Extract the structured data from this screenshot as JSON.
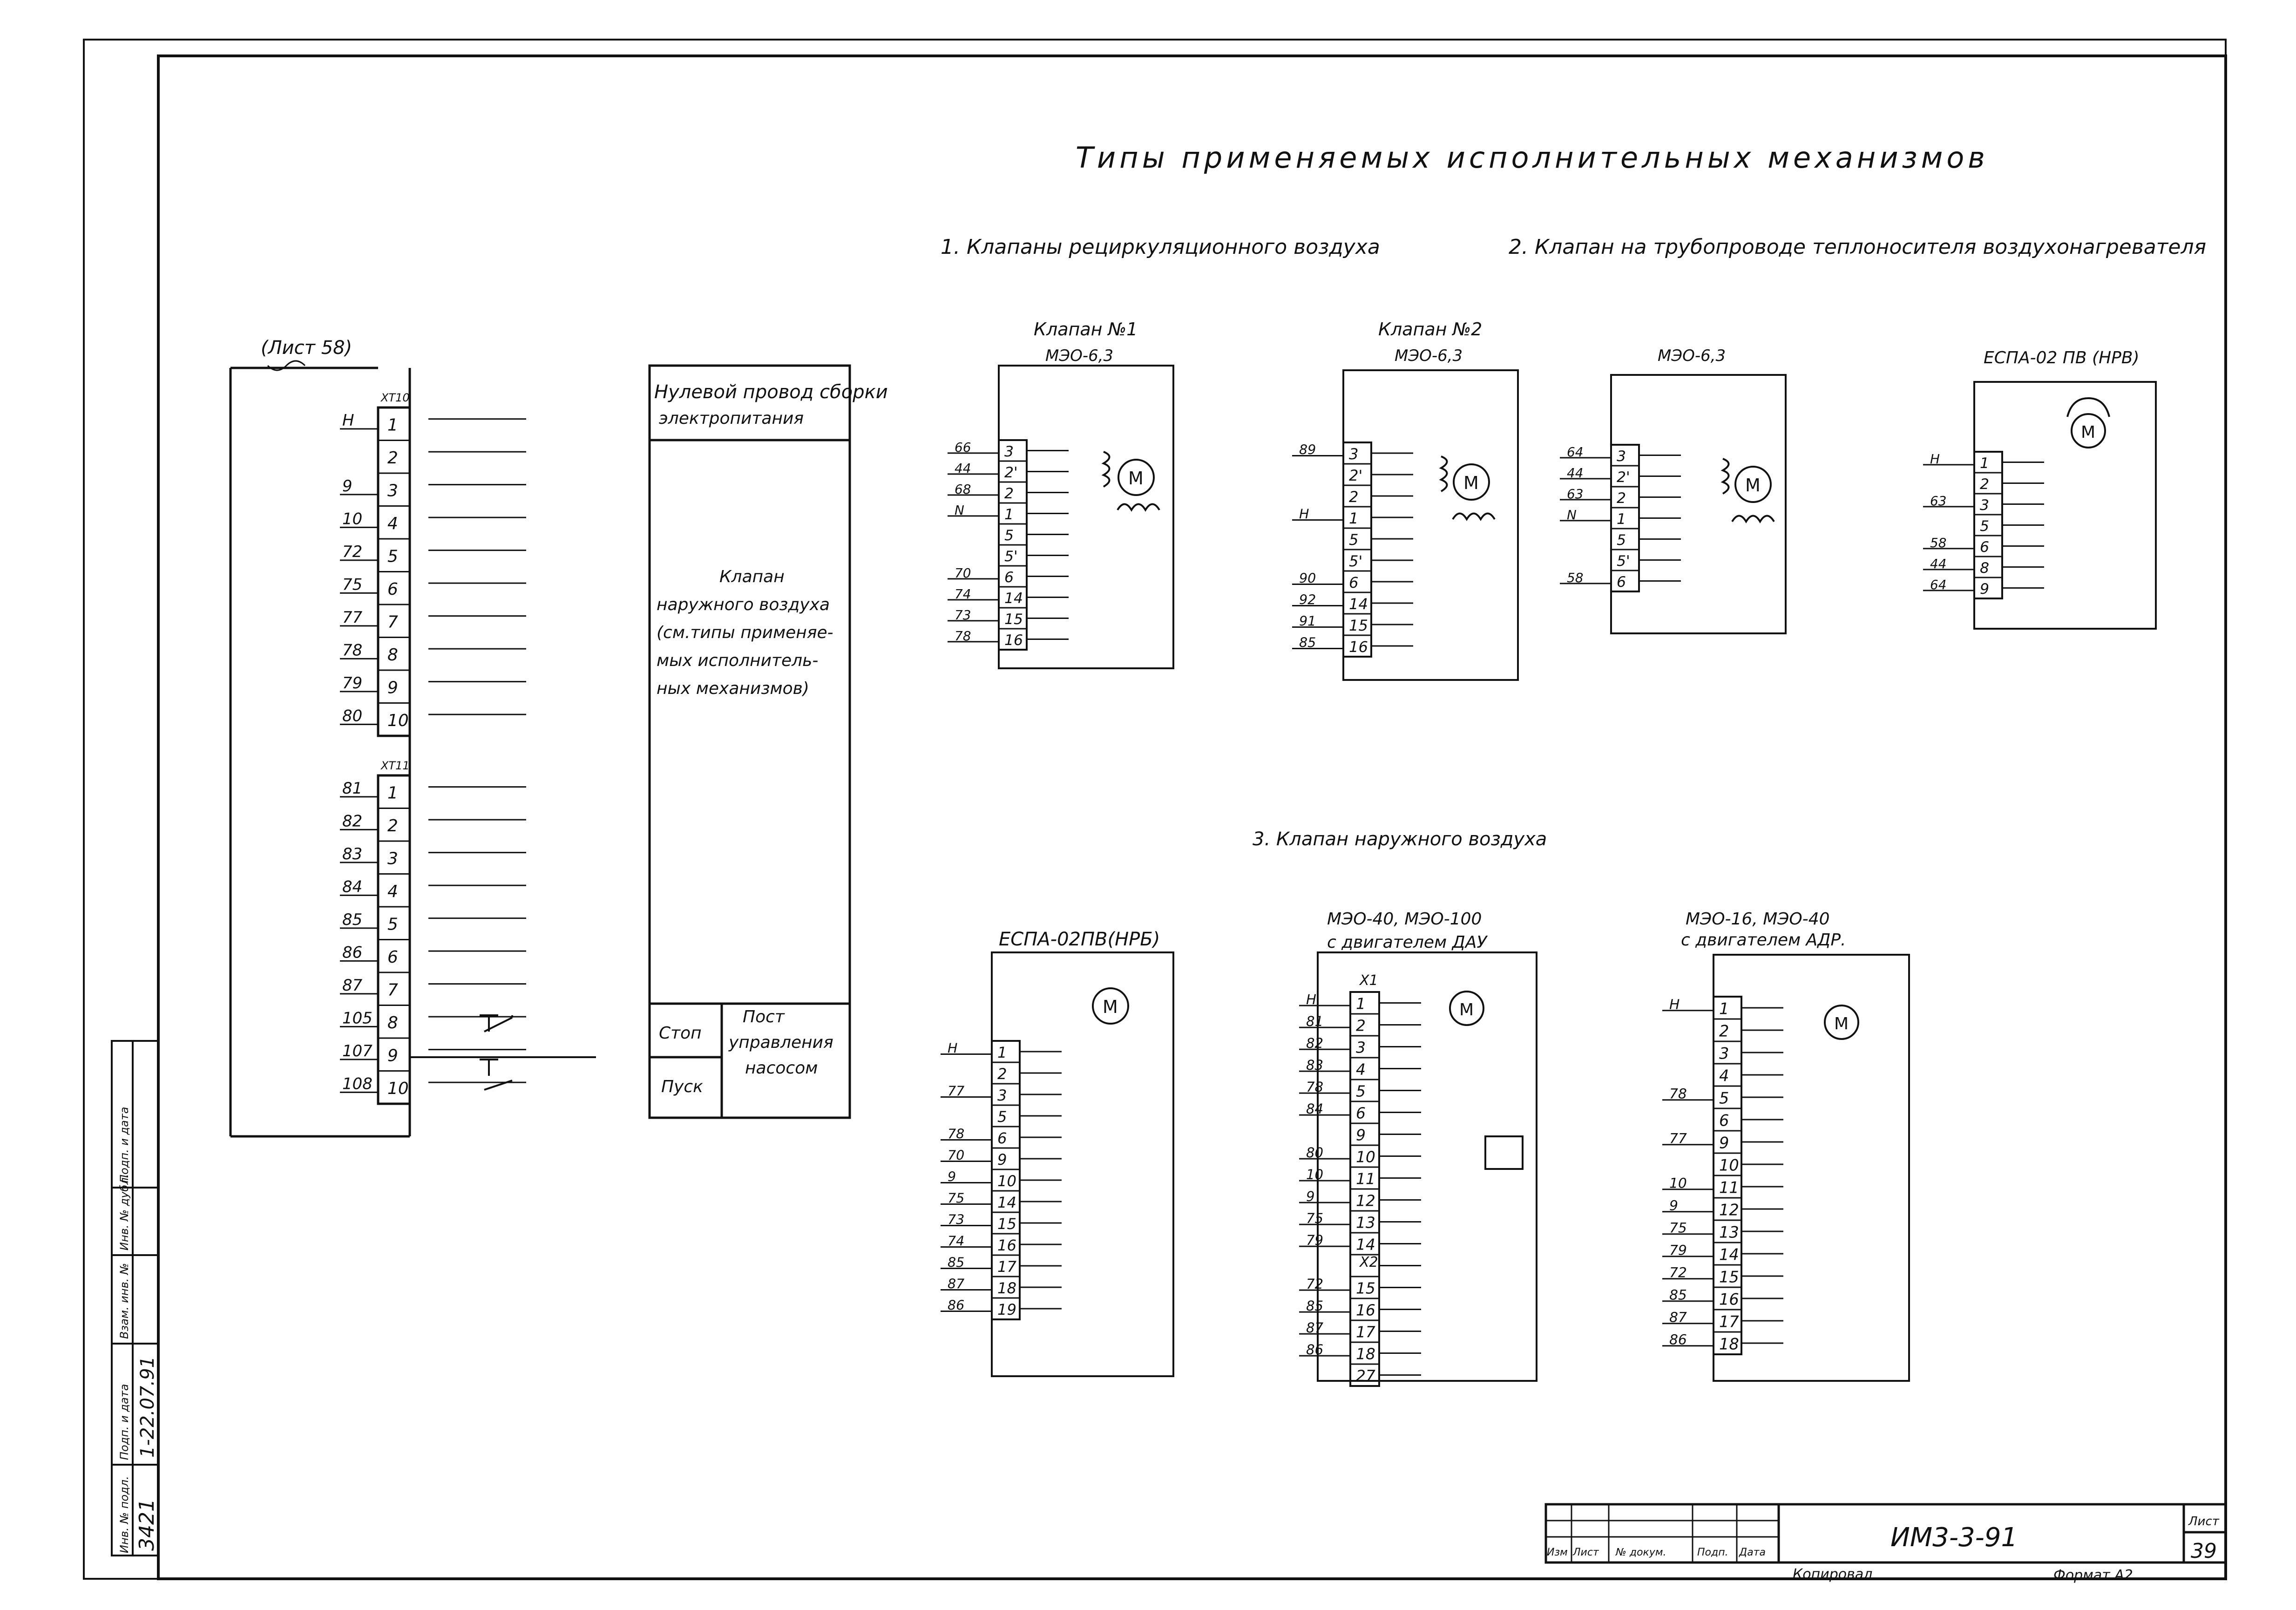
{
  "title": "Типы применяемых исполнительных механизмов",
  "sections": {
    "s1": "1. Клапаны рециркуляционного воздуха",
    "s2": "2. Клапан на трубопроводе теплоносителя воздухонагревателя",
    "s3": "3. Клапан наружного воздуха"
  },
  "left_panel": {
    "sheet_ref": "(Лист 58)",
    "block1_label": "ХТ10",
    "block2_label": "ХТ11",
    "block1_terminals": [
      "1",
      "2",
      "3",
      "4",
      "5",
      "6",
      "7",
      "8",
      "9",
      "10"
    ],
    "block1_wires": [
      "Н",
      "",
      "9",
      "10",
      "72",
      "75",
      "77",
      "78",
      "79",
      "80"
    ],
    "block2_terminals": [
      "1",
      "2",
      "3",
      "4",
      "5",
      "6",
      "7",
      "8",
      "9",
      "10"
    ],
    "block2_wires": [
      "81",
      "82",
      "83",
      "84",
      "85",
      "86",
      "87",
      "105",
      "107",
      "108"
    ]
  },
  "right_panel": {
    "header": [
      "Нулевой провод сборки",
      "электропитания"
    ],
    "body": [
      "Клапан",
      "наружного воздуха",
      "(см.типы применяе-",
      "мых исполнитель-",
      "ных механизмов)"
    ],
    "stop": "Стоп",
    "start": "Пуск",
    "post": [
      "Пост",
      "управления",
      "насосом"
    ]
  },
  "valves": {
    "v1": {
      "title": "Клапан №1",
      "model": "МЭО-6,3",
      "motor": "M",
      "wires": [
        "66",
        "44",
        "68",
        "N",
        "",
        "",
        "70",
        "74",
        "73",
        "78"
      ],
      "terms": [
        "3",
        "2'",
        "2",
        "1",
        "5",
        "5'",
        "6",
        "14",
        "15",
        "16"
      ]
    },
    "v2": {
      "title": "Клапан №2",
      "model": "МЭО-6,3",
      "motor": "M",
      "wires": [
        "89",
        "",
        "",
        "Н",
        "",
        "",
        "90",
        "92",
        "91",
        "85"
      ],
      "terms": [
        "3",
        "2'",
        "2",
        "1",
        "5",
        "5'",
        "6",
        "14",
        "15",
        "16"
      ]
    },
    "v3": {
      "model": "МЭО-6,3",
      "motor": "M",
      "wires": [
        "64",
        "44",
        "63",
        "N",
        "",
        "",
        "58"
      ],
      "terms": [
        "3",
        "2'",
        "2",
        "1",
        "5",
        "5'",
        "6"
      ]
    },
    "v4": {
      "model": "ЕСПА-02 ПВ (НРВ)",
      "motor": "M",
      "wires": [
        "Н",
        "",
        "63",
        "",
        "58",
        "44",
        "64"
      ],
      "terms": [
        "1",
        "2",
        "3",
        "5",
        "6",
        "8",
        "9"
      ]
    },
    "v5": {
      "model": "ЕСПА-02ПВ(НРБ)",
      "motor": "M",
      "wires": [
        "Н",
        "",
        "77",
        "",
        "78",
        "70",
        "9",
        "75",
        "73",
        "74",
        "85",
        "87",
        "86"
      ],
      "terms": [
        "1",
        "2",
        "3",
        "5",
        "6",
        "9",
        "10",
        "14",
        "15",
        "16",
        "17",
        "18",
        "19"
      ]
    },
    "v6": {
      "model": "МЭО-40, МЭО-100",
      "motor_note": "с двигателем ДАУ",
      "motor": "M",
      "block": "Х1",
      "block2": "Х2",
      "wires": [
        "Н",
        "81",
        "82",
        "83",
        "78",
        "84",
        "",
        "80",
        "10",
        "9",
        "75",
        "79",
        "",
        "72",
        "85",
        "87",
        "86",
        ""
      ],
      "terms": [
        "1",
        "2",
        "3",
        "4",
        "5",
        "6",
        "9",
        "10",
        "11",
        "12",
        "13",
        "14",
        "",
        "15",
        "16",
        "17",
        "18",
        "27"
      ]
    },
    "v7": {
      "model": "МЭО-16, МЭО-40",
      "motor_note": "с двигателем АДР.",
      "motor": "M",
      "wires": [
        "Н",
        "",
        "",
        "",
        "78",
        "",
        "77",
        "",
        "10",
        "9",
        "75",
        "79",
        "72",
        "85",
        "87",
        "86"
      ],
      "terms": [
        "1",
        "2",
        "3",
        "4",
        "5",
        "6",
        "9",
        "10",
        "11",
        "12",
        "13",
        "14",
        "15",
        "16",
        "17",
        "18"
      ]
    }
  },
  "side_stamp": {
    "labels": [
      "Инв. № подл.",
      "Подп. и дата",
      "Взам. инв. №",
      "Инв. № дубл.",
      "Подп. и дата"
    ],
    "values": [
      "3421",
      "1-22.07.91"
    ]
  },
  "title_block": {
    "cols": [
      "Изм",
      "Лист",
      "№ докум.",
      "Подп.",
      "Дата"
    ],
    "code": "ИМ3-3-91",
    "sheet_label": "Лист",
    "sheet_no": "39",
    "copied": "Копировал",
    "format": "Формат А2"
  }
}
